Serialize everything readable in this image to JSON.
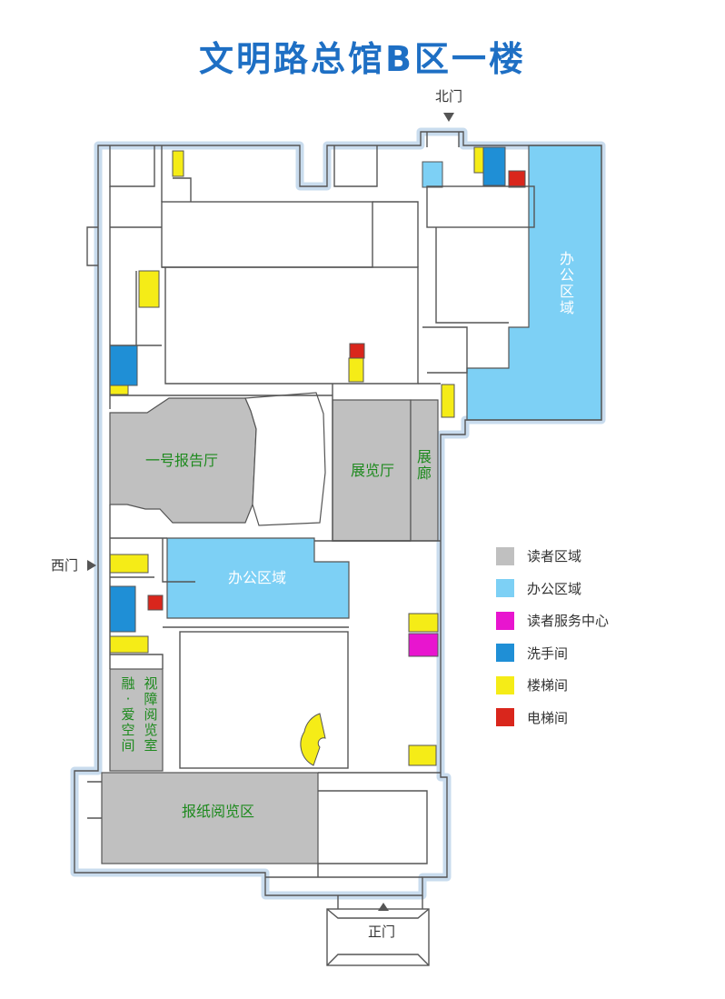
{
  "title": "文明路总馆B区一楼",
  "entrances": {
    "north": "北门",
    "west": "西门",
    "main": "正门"
  },
  "rooms": {
    "auditorium": "一号报告厅",
    "exhibition_hall": "展览厅",
    "gallery": "展廊",
    "office_right": "办公区域",
    "office_middle": "办公区域",
    "visual_reading_room": "视障阅览室",
    "fusion_space": "融·爱空间",
    "newspaper_reading": "报纸阅览区"
  },
  "legend": [
    {
      "label": "读者区域",
      "color": "#c0c0c0"
    },
    {
      "label": "办公区域",
      "color": "#7dd0f5"
    },
    {
      "label": "读者服务中心",
      "color": "#e815cf"
    },
    {
      "label": "洗手间",
      "color": "#1f8fd6"
    },
    {
      "label": "楼梯间",
      "color": "#f5ec17"
    },
    {
      "label": "电梯间",
      "color": "#d9261c"
    }
  ],
  "colors": {
    "title": "#1e6fc4",
    "room_label": "#1e8a1e",
    "wall": "#555555",
    "wall_halo": "#c9dcee",
    "reader_area": "#c0c0c0",
    "office_area": "#7dd0f5",
    "service_center": "#e815cf",
    "restroom": "#1f8fd6",
    "stairs": "#f5ec17",
    "elevator": "#d9261c"
  }
}
